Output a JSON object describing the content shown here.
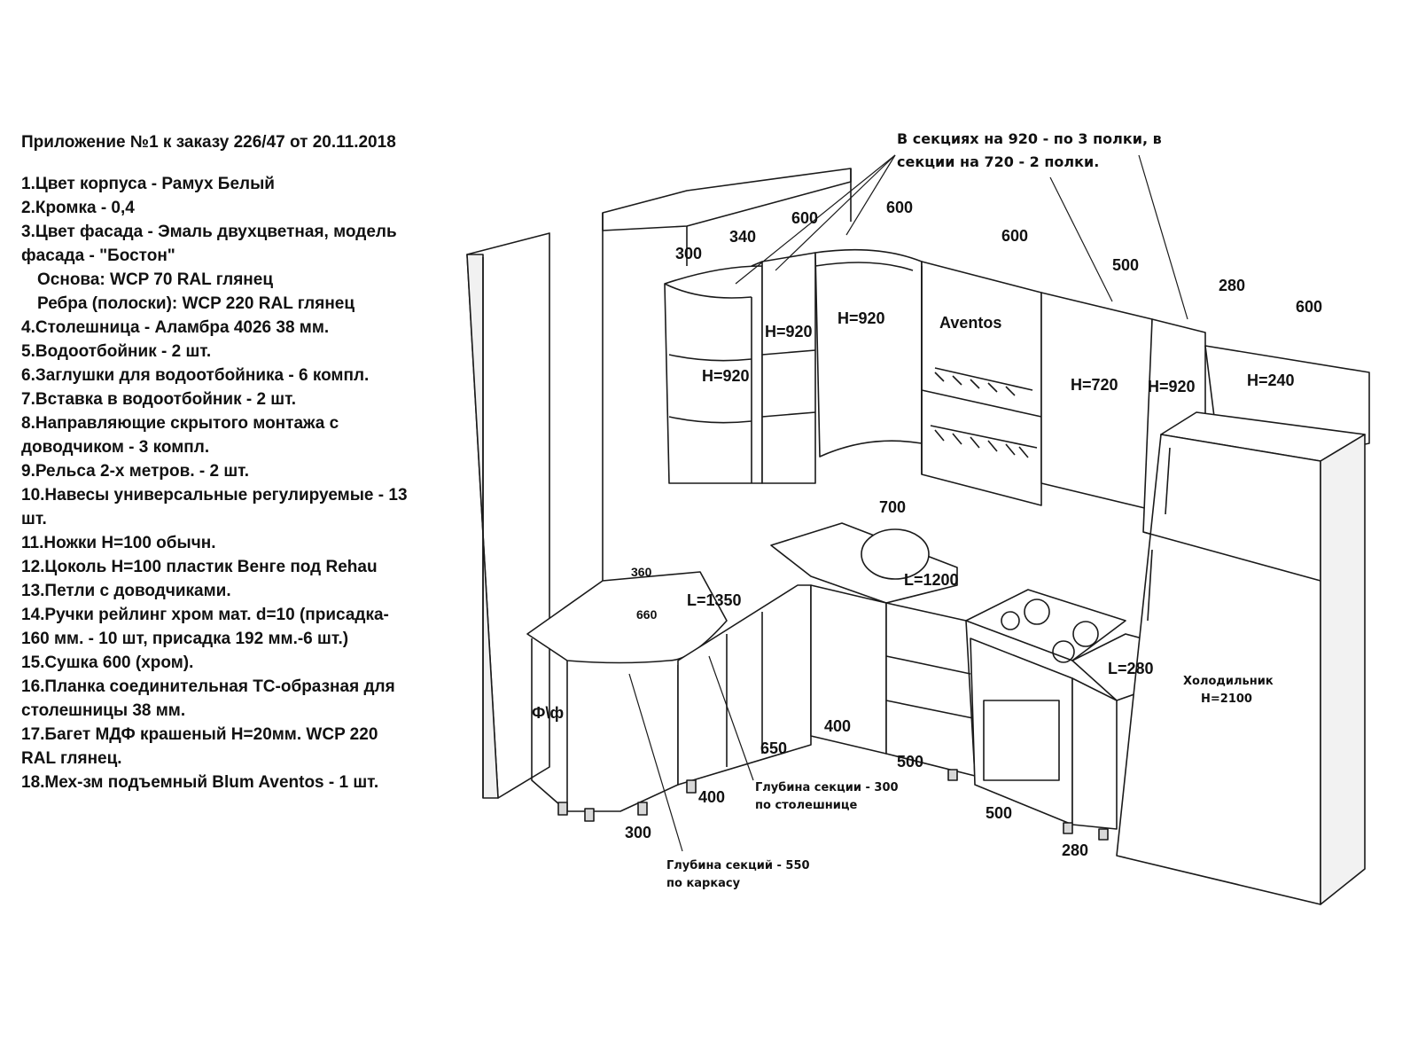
{
  "spec": {
    "title": "Приложение №1 к заказу 226/47 от 20.11.2018",
    "items": [
      "1.Цвет корпуса - Рамух Белый",
      "2.Кромка - 0,4",
      "3.Цвет фасада - Эмаль двухцветная, модель",
      "фасада - \"Бостон\"",
      "Основа: WCP 70 RAL глянец",
      "Ребра (полоски): WCP 220 RAL глянец",
      "4.Столешница - Аламбра 4026 38 мм.",
      "5.Водоотбойник - 2 шт.",
      "6.Заглушки для водоотбойника - 6 компл.",
      "7.Вставка в водоотбойник - 2 шт.",
      "8.Направляющие скрытого монтажа с",
      "доводчиком - 3 компл.",
      "9.Рельса 2-х метров. - 2 шт.",
      "10.Навесы универсальные регулируемые - 13",
      "шт.",
      "11.Ножки Н=100 обычн.",
      "12.Цоколь Н=100 пластик Венге  под Rehau",
      "13.Петли с доводчиками.",
      "14.Ручки рейлинг хром мат. d=10  (присадка-",
      "160 мм. - 10 шт, присадка 192 мм.-6 шт.)",
      "15.Сушка 600 (хром).",
      "16.Планка соединительная ТС-образная для",
      "столешницы 38 мм.",
      "17.Багет МДФ крашеный Н=20мм.  WCP 220",
      "RAL глянец.",
      "18.Мех-зм подъемный Blum Aventos - 1 шт."
    ]
  },
  "shelf_note": {
    "line1": "В секциях на 920 - по 3 полки, в",
    "line2": "секции на 720 - 2 полки."
  },
  "upper_widths": [
    "300",
    "340",
    "600",
    "600",
    "600",
    "500",
    "280",
    "600"
  ],
  "upper_heights": [
    "H=920",
    "H=920",
    "H=920",
    "H=720",
    "H=920",
    "H=240"
  ],
  "aventos_label": "Aventos",
  "lower_labels": {
    "top_360": "360",
    "top_660": "660",
    "l1350": "L=1350",
    "w700": "700",
    "l1200": "L=1200",
    "l280": "L=280",
    "ff": "Ф\\ф",
    "w650": "650",
    "w400a": "400",
    "w400b": "400",
    "w300": "300",
    "w500a": "500",
    "w500b": "500",
    "w280": "280"
  },
  "fridge": {
    "label": "Холодильник",
    "height": "H=2100"
  },
  "depth_notes": {
    "a1": "Глубина секции - 300",
    "a2": "по столешнице",
    "b1": "Глубина секций - 550",
    "b2": "по каркасу"
  },
  "colors": {
    "line": "#1a1a1a",
    "fill": "#ffffff",
    "shade": "#e8e8e8"
  }
}
